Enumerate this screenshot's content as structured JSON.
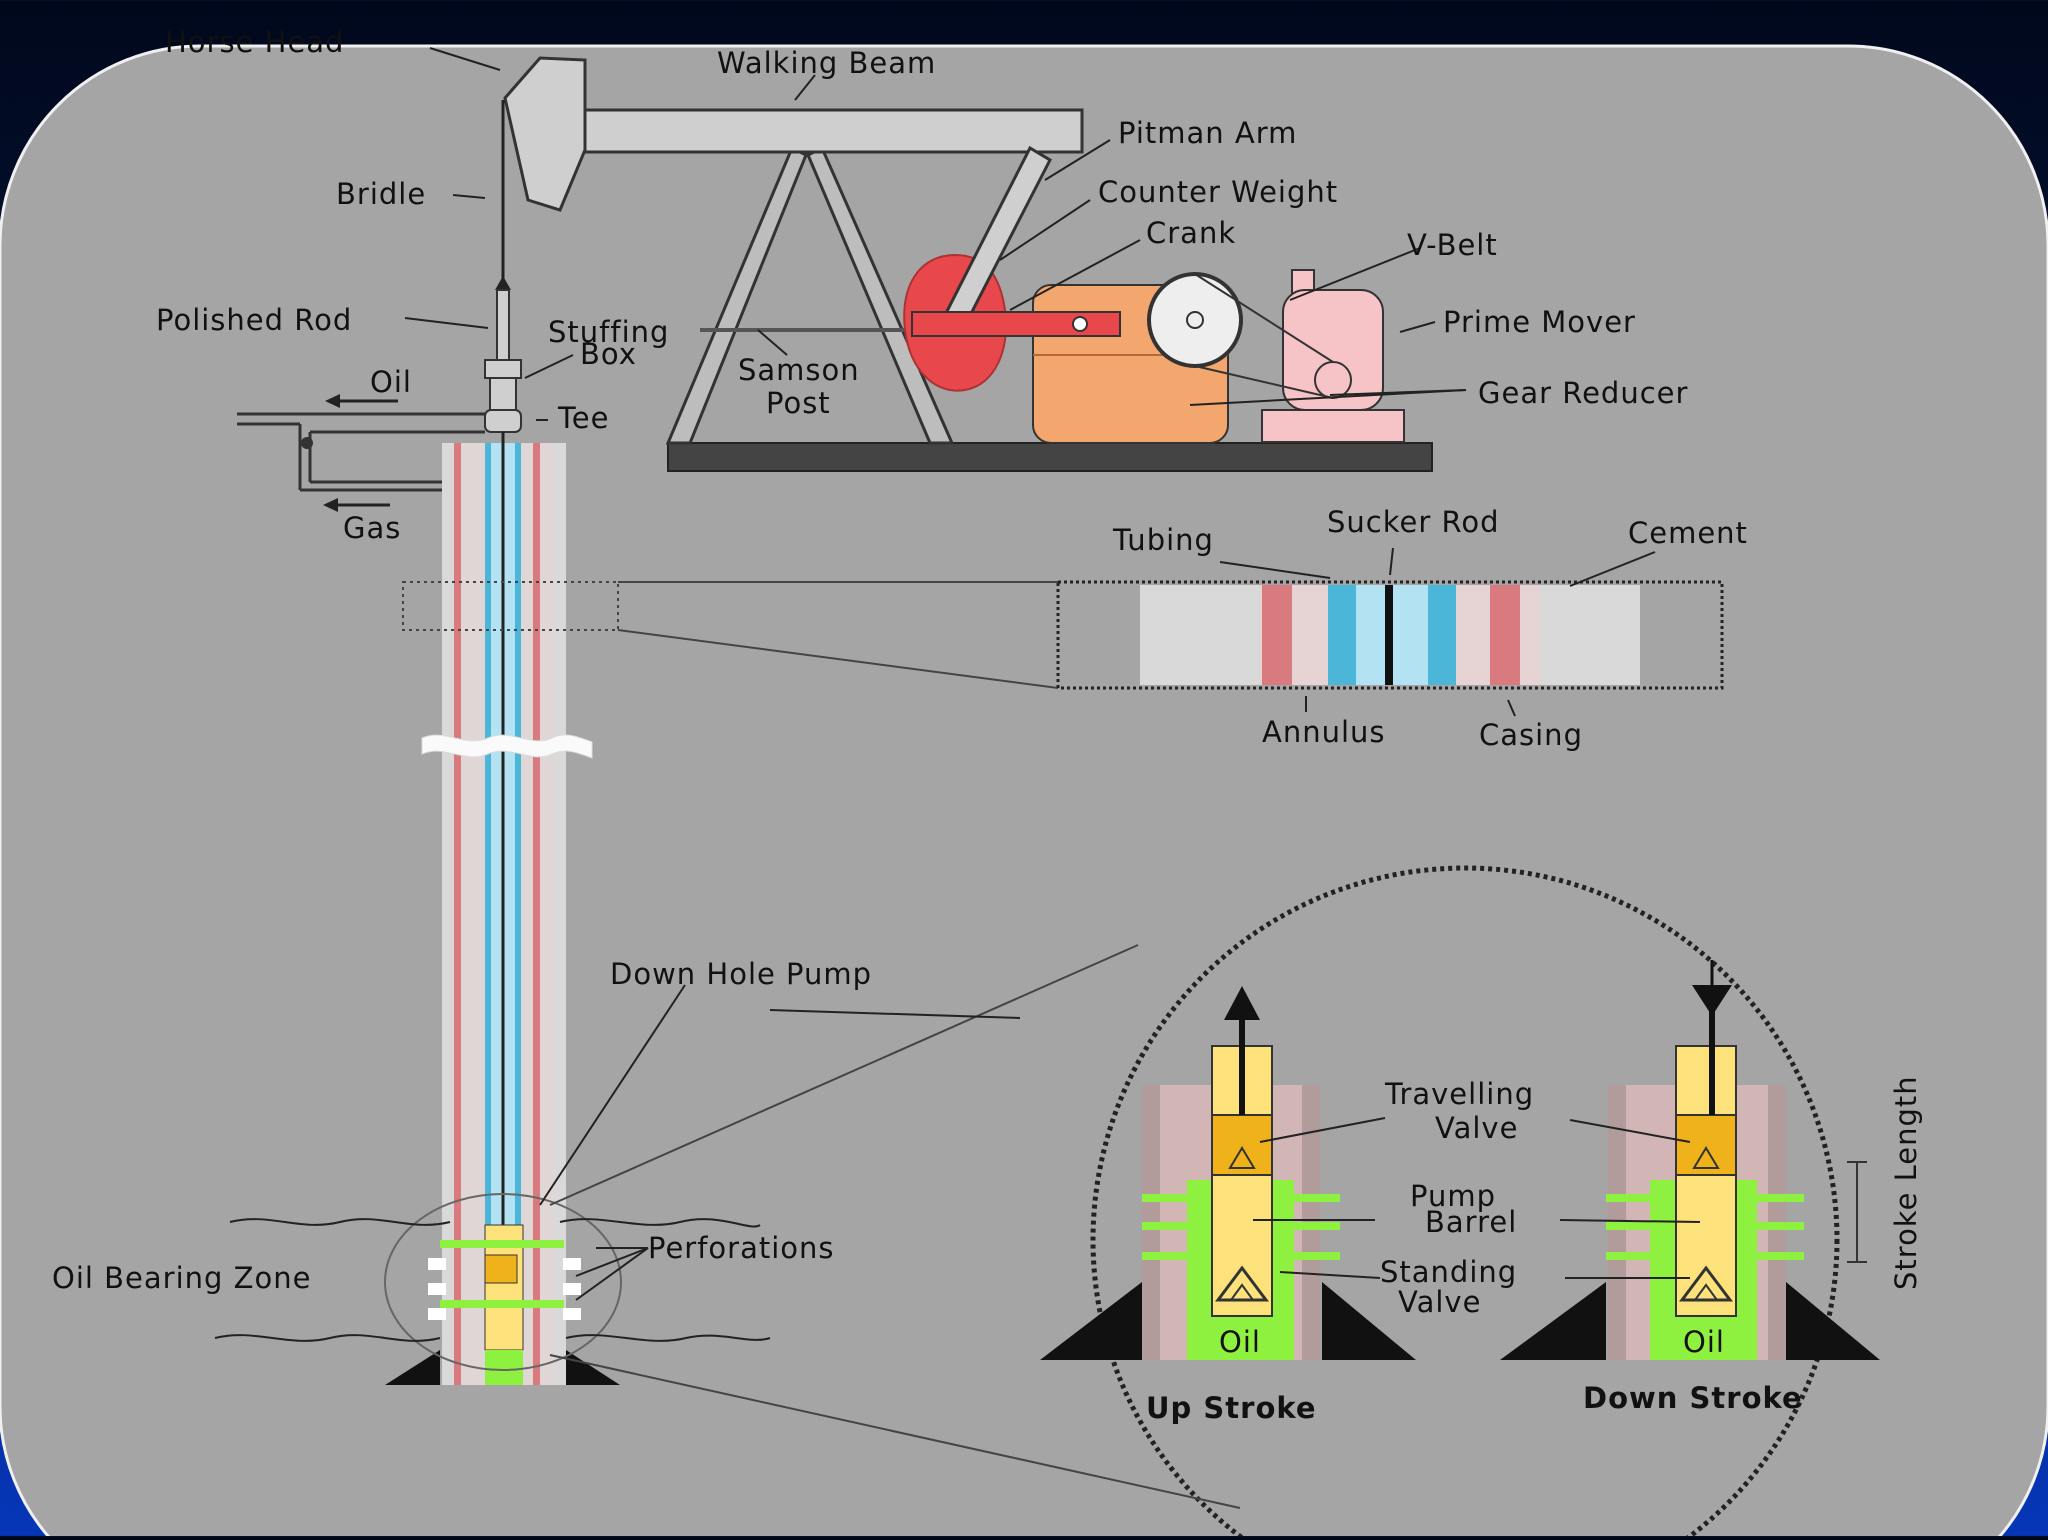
{
  "diagram": {
    "surface_labels": {
      "horse_head": "Horse Head",
      "walking_beam": "Walking Beam",
      "pitman_arm": "Pitman Arm",
      "counter_weight": "Counter Weight",
      "crank": "Crank",
      "v_belt": "V-Belt",
      "prime_mover": "Prime Mover",
      "gear_reducer": "Gear Reducer",
      "bridle": "Bridle",
      "polished_rod": "Polished Rod",
      "stuffing_box_1": "Stuffing",
      "stuffing_box_2": "Box",
      "oil": "Oil",
      "tee": "Tee",
      "gas": "Gas",
      "samson_post_1": "Samson",
      "samson_post_2": "Post"
    },
    "cross_section_labels": {
      "tubing": "Tubing",
      "sucker_rod": "Sucker Rod",
      "cement": "Cement",
      "annulus": "Annulus",
      "casing": "Casing"
    },
    "downhole_labels": {
      "down_hole_pump": "Down Hole Pump",
      "oil_bearing_zone": "Oil Bearing Zone",
      "perforations": "Perforations"
    },
    "pump_detail_labels": {
      "travelling_valve_1": "Travelling",
      "travelling_valve_2": "Valve",
      "pump_barrel_1": "Pump",
      "pump_barrel_2": "Barrel",
      "standing_valve_1": "Standing",
      "standing_valve_2": "Valve",
      "oil_left": "Oil",
      "oil_right": "Oil",
      "stroke_length": "Stroke Length",
      "up_stroke": "Up Stroke",
      "down_stroke": "Down Stroke"
    }
  },
  "colors": {
    "panel": "#a5a5a5",
    "counter_weight": "#e8474c",
    "gear_reducer": "#f4a66f",
    "prime_mover": "#f6c3c6",
    "tubing_blue": "#4cb6d8",
    "casing_red": "#d97b7e",
    "pump_yellow": "#fde27c",
    "valve_orange": "#f0b21a",
    "oil_green": "#8ef03f"
  }
}
